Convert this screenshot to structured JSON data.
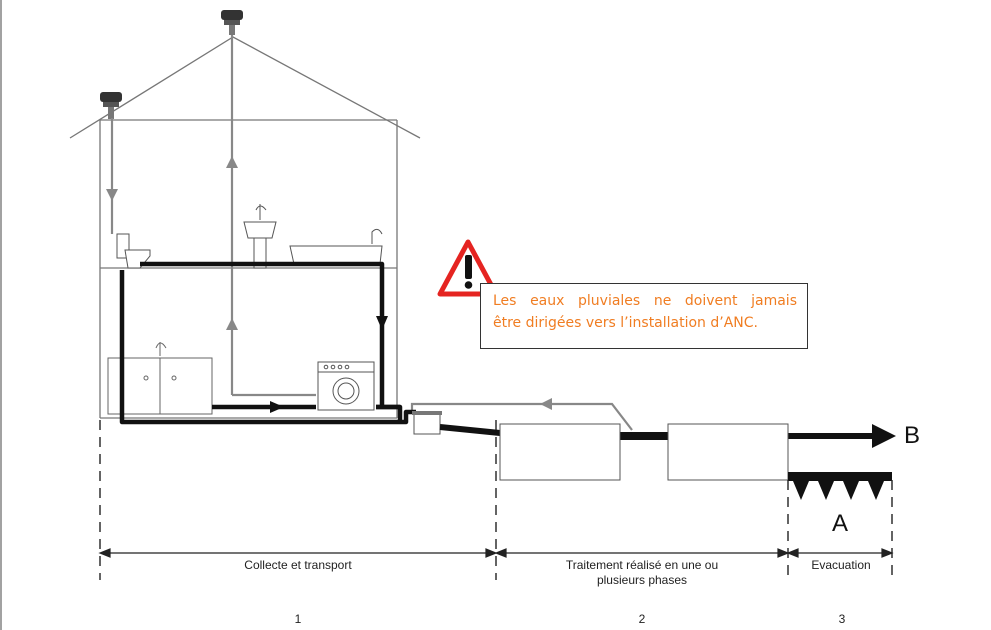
{
  "colors": {
    "warning_text": "#f07d22",
    "warning_icon": "#e52421",
    "pipe_black": "#111111",
    "pipe_grey": "#888888",
    "outline": "#777777"
  },
  "warning": {
    "icon": "warning-triangle-icon",
    "line1": "Les eaux pluviales ne doivent jamais",
    "line2": "être dirigées vers l’installation d’ANC."
  },
  "labels": {
    "letter_b": "B",
    "letter_a": "A"
  },
  "phases": [
    {
      "label": "Collecte et transport",
      "number": "1"
    },
    {
      "label": "Traitement réalisé en une ou plusieurs phases",
      "line1": "Traitement réalisé en une ou",
      "line2": "plusieurs phases",
      "number": "2"
    },
    {
      "label": "Evacuation",
      "number": "3"
    }
  ]
}
